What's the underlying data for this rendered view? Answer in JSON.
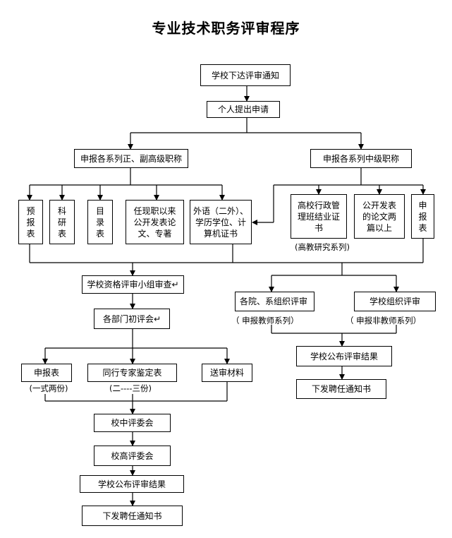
{
  "title": "专业技术职务评审程序",
  "nodes": {
    "n1": "学校下达评审通知",
    "n2": "个人提出申请",
    "left_main": "申报各系列正、副高级职称",
    "right_main": "申报各系列中级职称",
    "l_items": [
      "预\n报\n表",
      "科\n研\n表",
      "目\n录\n表",
      "任现职以来\n公开发表论\n文、专著",
      "外语（二外）、\n学历学位、计\n算机证书"
    ],
    "r_items": [
      "高校行政管\n理班结业证\n书",
      "公开发表\n的论文两\n篇以上",
      "申\n报\n表"
    ],
    "r_item_note": "(高教研究系列)",
    "l_review1": "学校资格评审小组审查↵",
    "l_review2": "各部门初评会↵",
    "l_sub": [
      "申报表",
      "同行专家鉴定表",
      "送审材料"
    ],
    "l_sub_notes": [
      "(一式两份)",
      "(二----三份)"
    ],
    "l_c1": "校中评委会",
    "l_c2": "校高评委会",
    "l_c3": "学校公布评审结果",
    "l_c4": "下发聘任通知书",
    "r_a": "各院、系组织评审",
    "r_a_note": "（ 申报教师系列）",
    "r_b": "学校组织评审",
    "r_b_note": "（ 申报非教师系列）",
    "r_c": "学校公布评审结果",
    "r_d": "下发聘任通知书"
  }
}
